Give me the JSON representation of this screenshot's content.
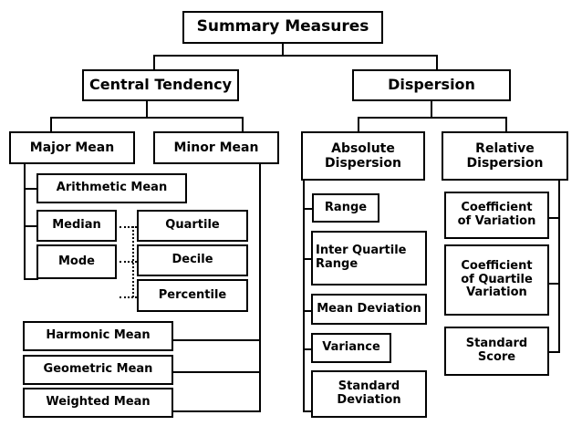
{
  "diagram": {
    "title": "Summary Measures",
    "root": {
      "label": "Summary Measures"
    },
    "level2": {
      "central_tendency": {
        "label": "Central Tendency"
      },
      "dispersion": {
        "label": "Dispersion"
      }
    },
    "level3": {
      "major_mean": {
        "label": "Major Mean"
      },
      "minor_mean": {
        "label": "Minor Mean"
      },
      "absolute_dispersion": {
        "label": "Absolute\nDispersion"
      },
      "relative_dispersion": {
        "label": "Relative\nDispersion"
      }
    },
    "major_mean_children": [
      {
        "label": "Arithmetic Mean"
      },
      {
        "label": "Median"
      },
      {
        "label": "Mode"
      }
    ],
    "median_mode_children": [
      {
        "label": "Quartile"
      },
      {
        "label": "Decile"
      },
      {
        "label": "Percentile"
      }
    ],
    "minor_mean_children": [
      {
        "label": "Harmonic Mean"
      },
      {
        "label": "Geometric Mean"
      },
      {
        "label": "Weighted Mean"
      }
    ],
    "absolute_dispersion_children": [
      {
        "label": "Range"
      },
      {
        "label": "Inter Quartile\nRange"
      },
      {
        "label": "Mean Deviation"
      },
      {
        "label": "Variance"
      },
      {
        "label": "Standard\nDeviation"
      }
    ],
    "relative_dispersion_children": [
      {
        "label": "Coefficient\nof Variation"
      },
      {
        "label": "Coefficient\nof Quartile\nVariation"
      },
      {
        "label": "Standard\nScore"
      }
    ],
    "colors": {
      "line": "#000000",
      "box_fill": "#ffffff",
      "text": "#000000",
      "background": "#ffffff"
    }
  }
}
